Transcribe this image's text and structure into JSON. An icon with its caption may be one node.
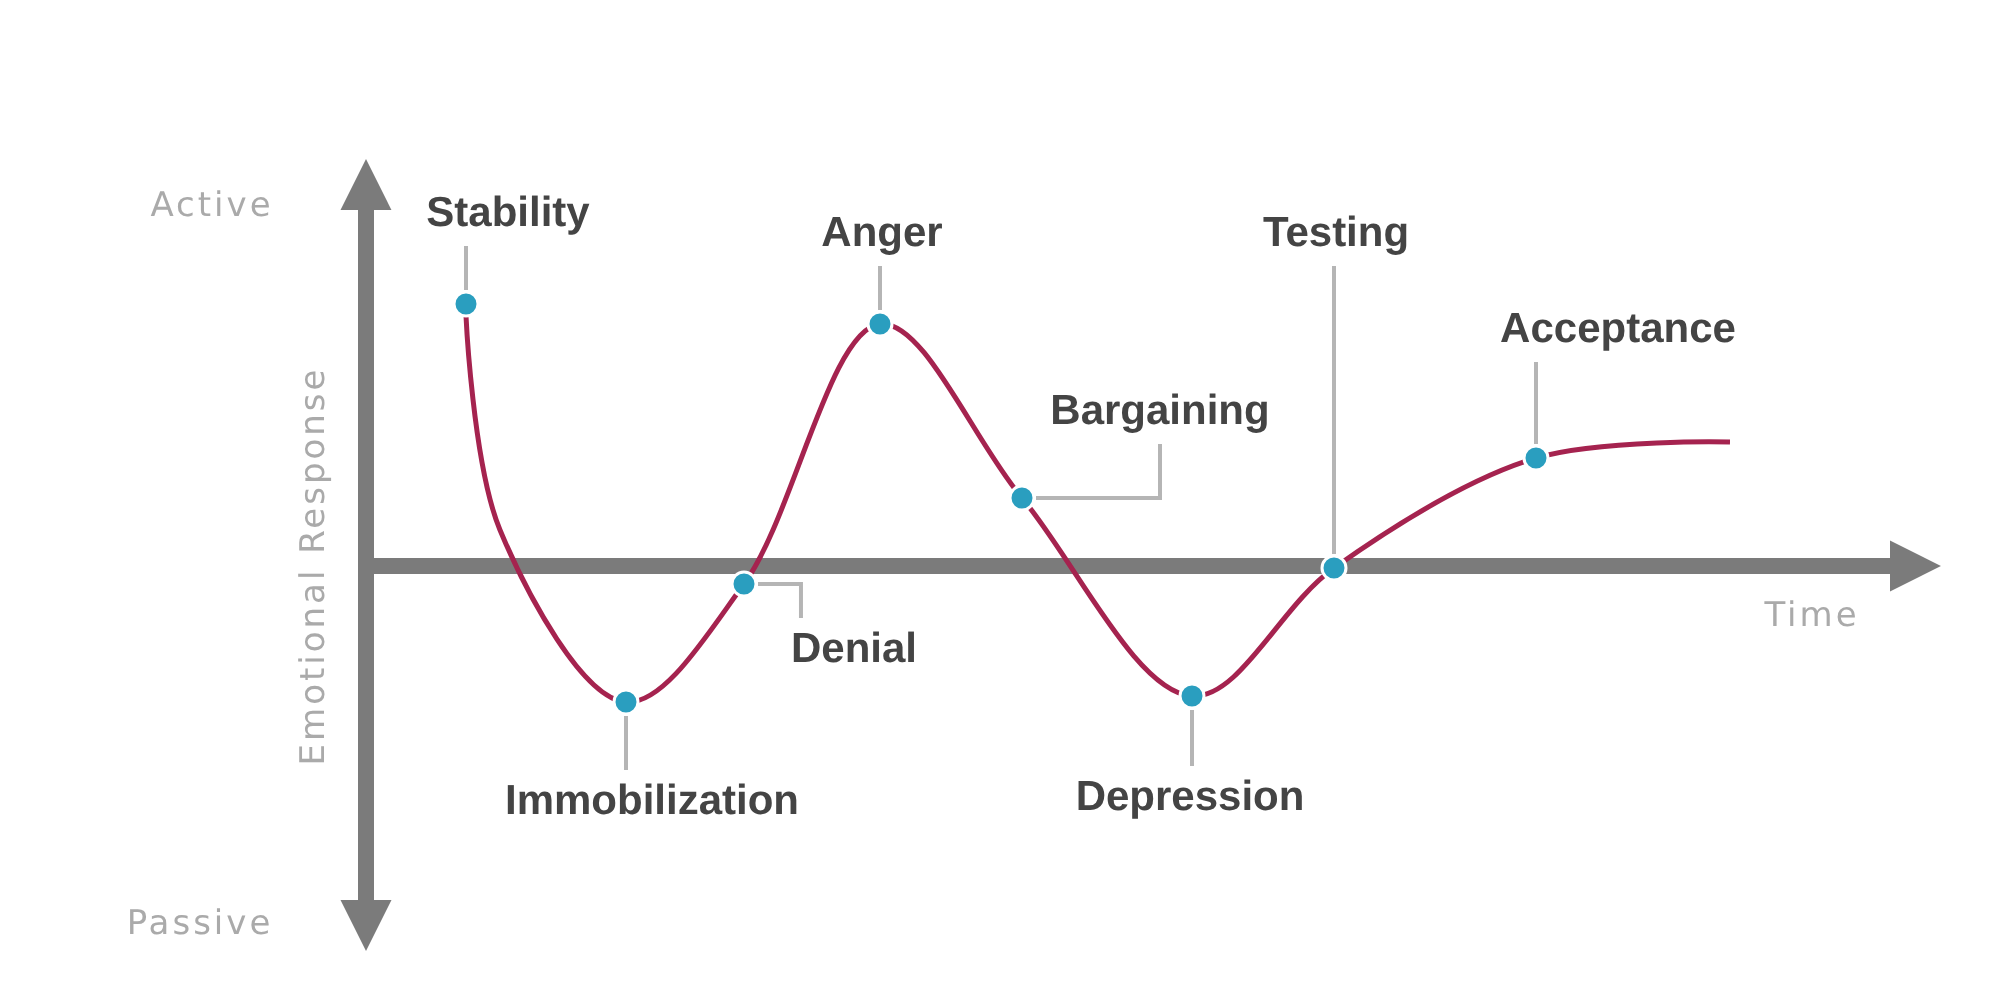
{
  "diagram": {
    "nodes": [
      {
        "text": [
          "Stability"
        ]
      },
      {
        "text": [
          "Anger"
        ]
      },
      {
        "text": [
          "Testing"
        ]
      },
      {
        "text": [
          "Acceptance"
        ]
      },
      {
        "text": [
          "Bargaining"
        ]
      },
      {
        "text": [
          "Denial"
        ]
      },
      {
        "text": [
          "Immobilization"
        ]
      },
      {
        "text": [
          "Depression"
        ]
      },
      {
        "text": [],
        "shape": "circle"
      },
      {
        "text": [],
        "shape": "circle"
      },
      {
        "text": [],
        "shape": "circle"
      },
      {
        "text": [],
        "shape": "circle"
      },
      {
        "text": [],
        "shape": "circle"
      },
      {
        "text": [],
        "shape": "circle"
      },
      {
        "text": [],
        "shape": "circle"
      },
      {
        "text": [],
        "shape": "circle"
      }
    ],
    "edges": [
      {
        "from": 0,
        "to": 8,
        "arrow": "none"
      },
      {
        "from": 1,
        "to": 11,
        "arrow": "none"
      },
      {
        "from": 2,
        "to": 14,
        "arrow": "none"
      },
      {
        "from": 3,
        "to": 15,
        "arrow": "none"
      },
      {
        "from": 4,
        "to": 12,
        "arrow": "none"
      },
      {
        "from": 5,
        "to": 10,
        "arrow": "none"
      },
      {
        "from": 6,
        "to": 9,
        "arrow": "none"
      },
      {
        "from": 7,
        "to": 13,
        "arrow": "none"
      }
    ],
    "labels": [
      "Active",
      "Emotional Response",
      "Time",
      "Passive"
    ]
  }
}
